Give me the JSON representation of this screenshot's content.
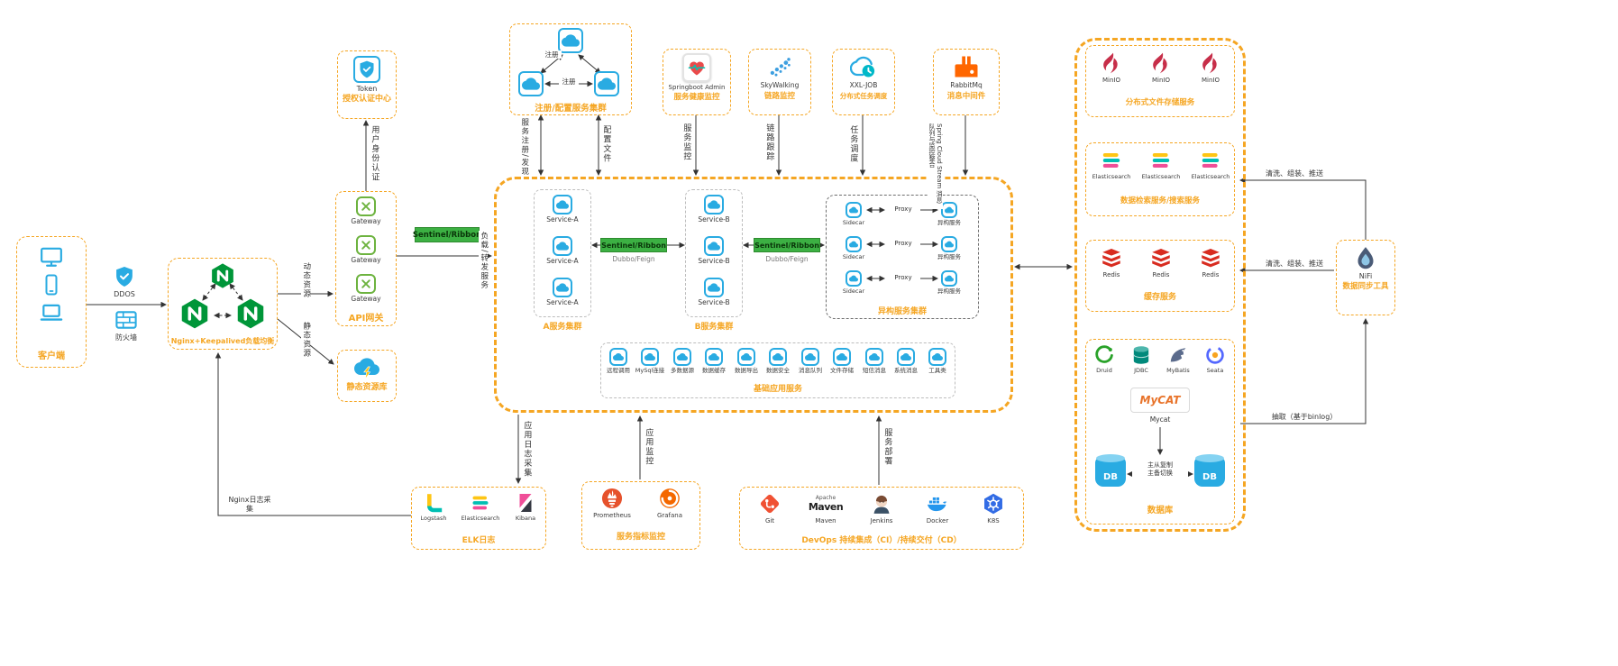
{
  "colors": {
    "accent": "#f5a623",
    "green": "#3cb043",
    "blue": "#29abe2"
  },
  "icons": {
    "cloud": "service-cloud",
    "shield": "security-shield",
    "firewall": "brick-wall",
    "nginx": "green-hexagon-N",
    "gatex": "green-x-gateway",
    "cloudbolt": "cloud-lightning",
    "heart": "heartbeat-monitor",
    "skywalking": "dotted-trace",
    "xxljob": "cloud-clock",
    "rabbitmq": "orange-rabbit",
    "minio": "red-bird",
    "es": "elastic-bars",
    "redis": "red-stack",
    "druid": "green-swirl",
    "jdbc": "teal-cylinder",
    "mybatis": "blue-bird",
    "seata": "dashed-ring",
    "nifi": "water-drop",
    "logstash": "yellow-pipe",
    "kibana": "pink-k",
    "prometheus": "flame-circle",
    "grafana": "orange-dial",
    "git": "git-diamond",
    "jenkins": "butler",
    "docker": "whale",
    "k8s": "helm-wheel",
    "monitor": "desktop",
    "phone": "smartphone",
    "laptop": "laptop"
  },
  "client": {
    "label": "客户端"
  },
  "guard": {
    "ddos": "DDOS",
    "firewall": "防火墙"
  },
  "nginx": {
    "label": "Nginx+Keepalived负载均衡"
  },
  "auth": {
    "name": "Token",
    "label": "授权认证中心"
  },
  "gateway": {
    "items": [
      "Gateway",
      "Gateway",
      "Gateway"
    ],
    "label": "API网关"
  },
  "static_repo": {
    "label": "静态资源库"
  },
  "sentinel": {
    "label": "Sentinel/Ribbon",
    "dubbo": "Dubbo/Feign"
  },
  "registry": {
    "label": "注册/配置服务集群",
    "reg": "注册"
  },
  "admin": {
    "name": "Springboot Admin",
    "label": "服务健康监控"
  },
  "skywalking": {
    "name": "SkyWalking",
    "label": "链路监控"
  },
  "xxljob": {
    "name": "XXL-JOB",
    "label": "分布式任务调度"
  },
  "rabbitmq": {
    "name": "RabbitMq",
    "label": "消息中间件"
  },
  "cluster_a": {
    "label": "A服务集群",
    "items": [
      "Service-A",
      "Service-A",
      "Service-A"
    ]
  },
  "cluster_b": {
    "label": "B服务集群",
    "items": [
      "Service-B",
      "Service-B",
      "Service-B"
    ]
  },
  "hetero": {
    "label": "异构服务集群",
    "sidecar": "Sidecar",
    "proxy": "Proxy",
    "service": "异构服务"
  },
  "basic": {
    "label": "基础应用服务",
    "items": [
      "远程调用",
      "MySql连接",
      "多数据源",
      "数据缓存",
      "数据导出",
      "数据安全",
      "消息队列",
      "文件存储",
      "短信消息",
      "系统消息",
      "工具类"
    ]
  },
  "storage": {
    "label": "分布式文件存储服务",
    "items": [
      "MinIO",
      "MinIO",
      "MinIO"
    ]
  },
  "search": {
    "label": "数据检索服务/搜索服务",
    "items": [
      "Elasticsearch",
      "Elasticsearch",
      "Elasticsearch"
    ]
  },
  "cache": {
    "label": "缓存服务",
    "items": [
      "Redis",
      "Redis",
      "Redis"
    ]
  },
  "database": {
    "label": "数据库",
    "items": [
      "Druid",
      "JDBC",
      "MyBatis",
      "Seata"
    ],
    "mycat_logo": "MyCAT",
    "mycat": "Mycat",
    "db": "DB",
    "replica1": "主从复制",
    "replica2": "主备切换"
  },
  "nifi": {
    "name": "NiFi",
    "label": "数据同步工具"
  },
  "elk": {
    "label": "ELK日志",
    "items": [
      "Logstash",
      "Elasticsearch",
      "Kibana"
    ]
  },
  "metrics": {
    "label": "服务指标监控",
    "items": [
      "Prometheus",
      "Grafana"
    ]
  },
  "devops": {
    "label": "DevOps 持续集成（CI）/持续交付（CD）",
    "items": [
      "Git",
      "Maven",
      "Jenkins",
      "Docker",
      "K8S"
    ],
    "apache_text": "Apache",
    "maven_text": "Maven"
  },
  "edges": {
    "auth_flow": "用户身份认证",
    "dynamic": "动态资源",
    "static": "静态资源",
    "route": "负载/转发服务",
    "register": "服务注册/发现",
    "config": "配置文件",
    "monitor": "服务监控",
    "trace": "链路跟踪",
    "task": "任务调度",
    "stream": "Spring Cloud Stream 消息队列与监控整合",
    "log": "应用日志采集",
    "app_monitor": "应用监控",
    "deploy": "服务部署",
    "nginx_log": "Nginx日志采集",
    "clean": "清洗、组装、推送",
    "extract": "抽取（基于binlog）"
  }
}
